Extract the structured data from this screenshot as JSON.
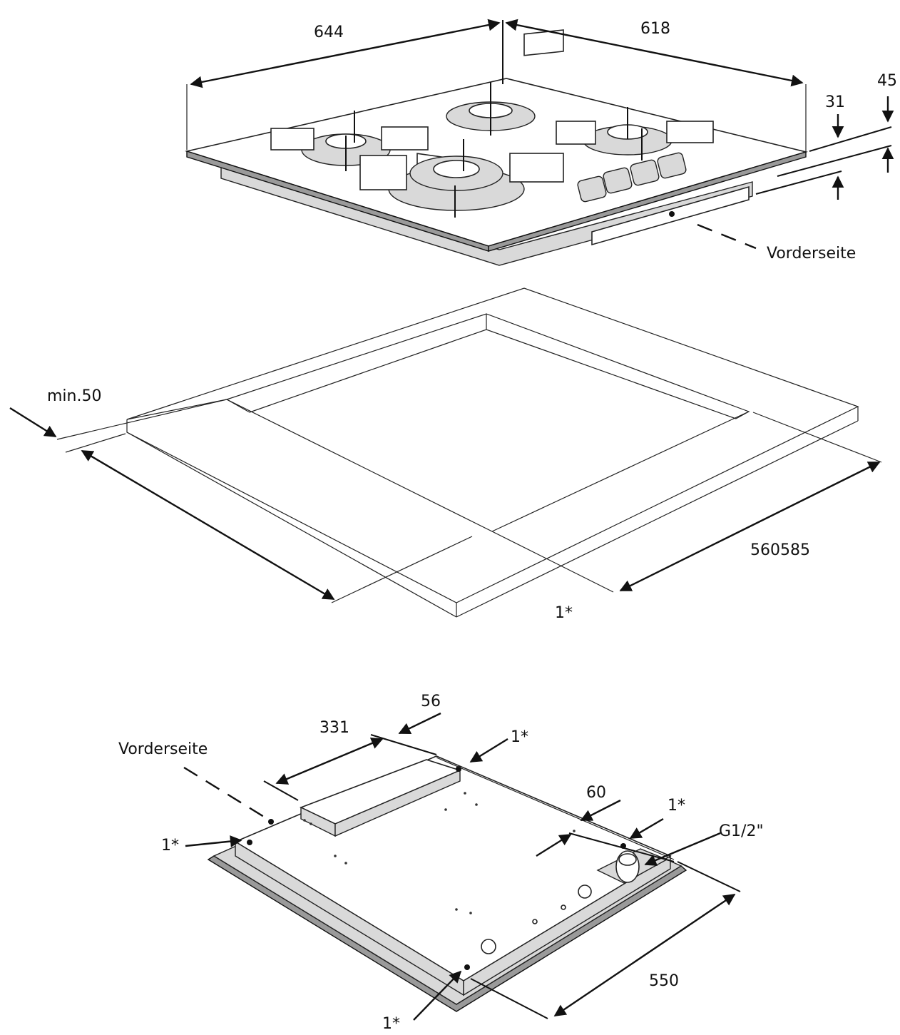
{
  "hob": {
    "dim_width": "644",
    "dim_depth": "618",
    "dim_thickness_glass": "31",
    "dim_height_total": "45",
    "front_label": "Vorderseite"
  },
  "cutout": {
    "dim_min_distance": "min.50",
    "dim_cutout": "560585",
    "note": "1*"
  },
  "bottom_view": {
    "front_label": "Vorderseite",
    "dim_331": "331",
    "dim_56": "56",
    "dim_60": "60",
    "dim_550": "550",
    "gas_connection": "G1/2\"",
    "note_top": "1*",
    "note_right": "1*",
    "note_left": "1*",
    "note_bottom": "1*"
  },
  "colors": {
    "line": "#111111",
    "fill_grey": "#d9d9d9"
  }
}
